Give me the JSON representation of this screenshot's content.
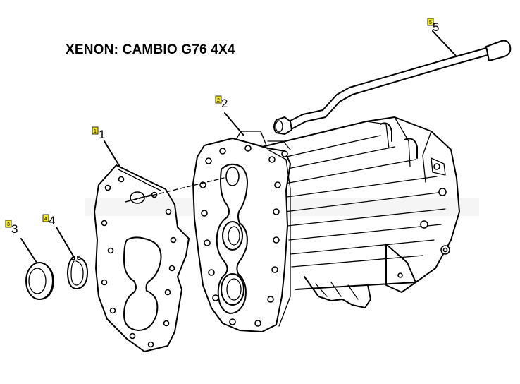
{
  "title": "XENON: CAMBIO G76 4X4",
  "callouts": [
    {
      "id": "1",
      "number": "1",
      "tag": "1"
    },
    {
      "id": "2",
      "number": "2",
      "tag": "2"
    },
    {
      "id": "3",
      "number": "3",
      "tag": "3"
    },
    {
      "id": "4",
      "number": "4",
      "tag": "4"
    },
    {
      "id": "5",
      "number": "5",
      "tag": "5"
    }
  ],
  "colors": {
    "tag": "#f2ea1c",
    "line": "#000000",
    "background": "#ffffff"
  }
}
